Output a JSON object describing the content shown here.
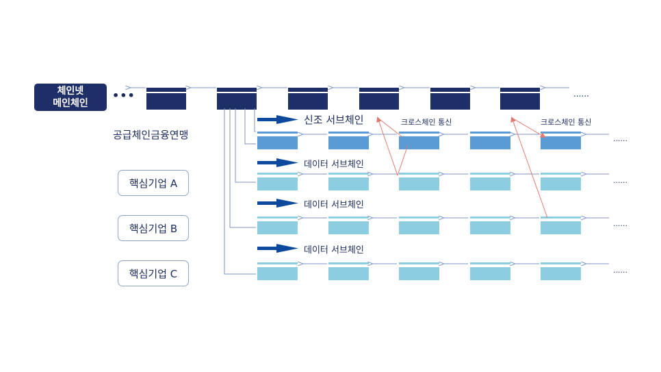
{
  "main_chain": {
    "title_line1": "체인넷",
    "title_line2": "메인체인",
    "ellipsis_left": "•••",
    "ellipsis_right": "......"
  },
  "consortium_label": "공급체인금융연맹",
  "core_companies": [
    "핵심기업 A",
    "핵심기업 B",
    "핵심기업 C"
  ],
  "sub_chains": [
    {
      "label": "신조 서브체인",
      "ellipsis": "......"
    },
    {
      "label": "데이터 서브체인",
      "ellipsis": "......"
    },
    {
      "label": "데이터 서브체인",
      "ellipsis": "......"
    },
    {
      "label": "데이터 서브체인",
      "ellipsis": "......"
    }
  ],
  "cross_chain_labels": [
    "크로스체인 통신",
    "크로스체인 통신"
  ],
  "colors": {
    "main": "#1d2f66",
    "sub_dark": "#5b9bd5",
    "sub_light": "#8ccde0",
    "arrow_blue": "#0d4a9e",
    "cross_arrow": "#e07a6e",
    "line": "#7b93c4"
  }
}
